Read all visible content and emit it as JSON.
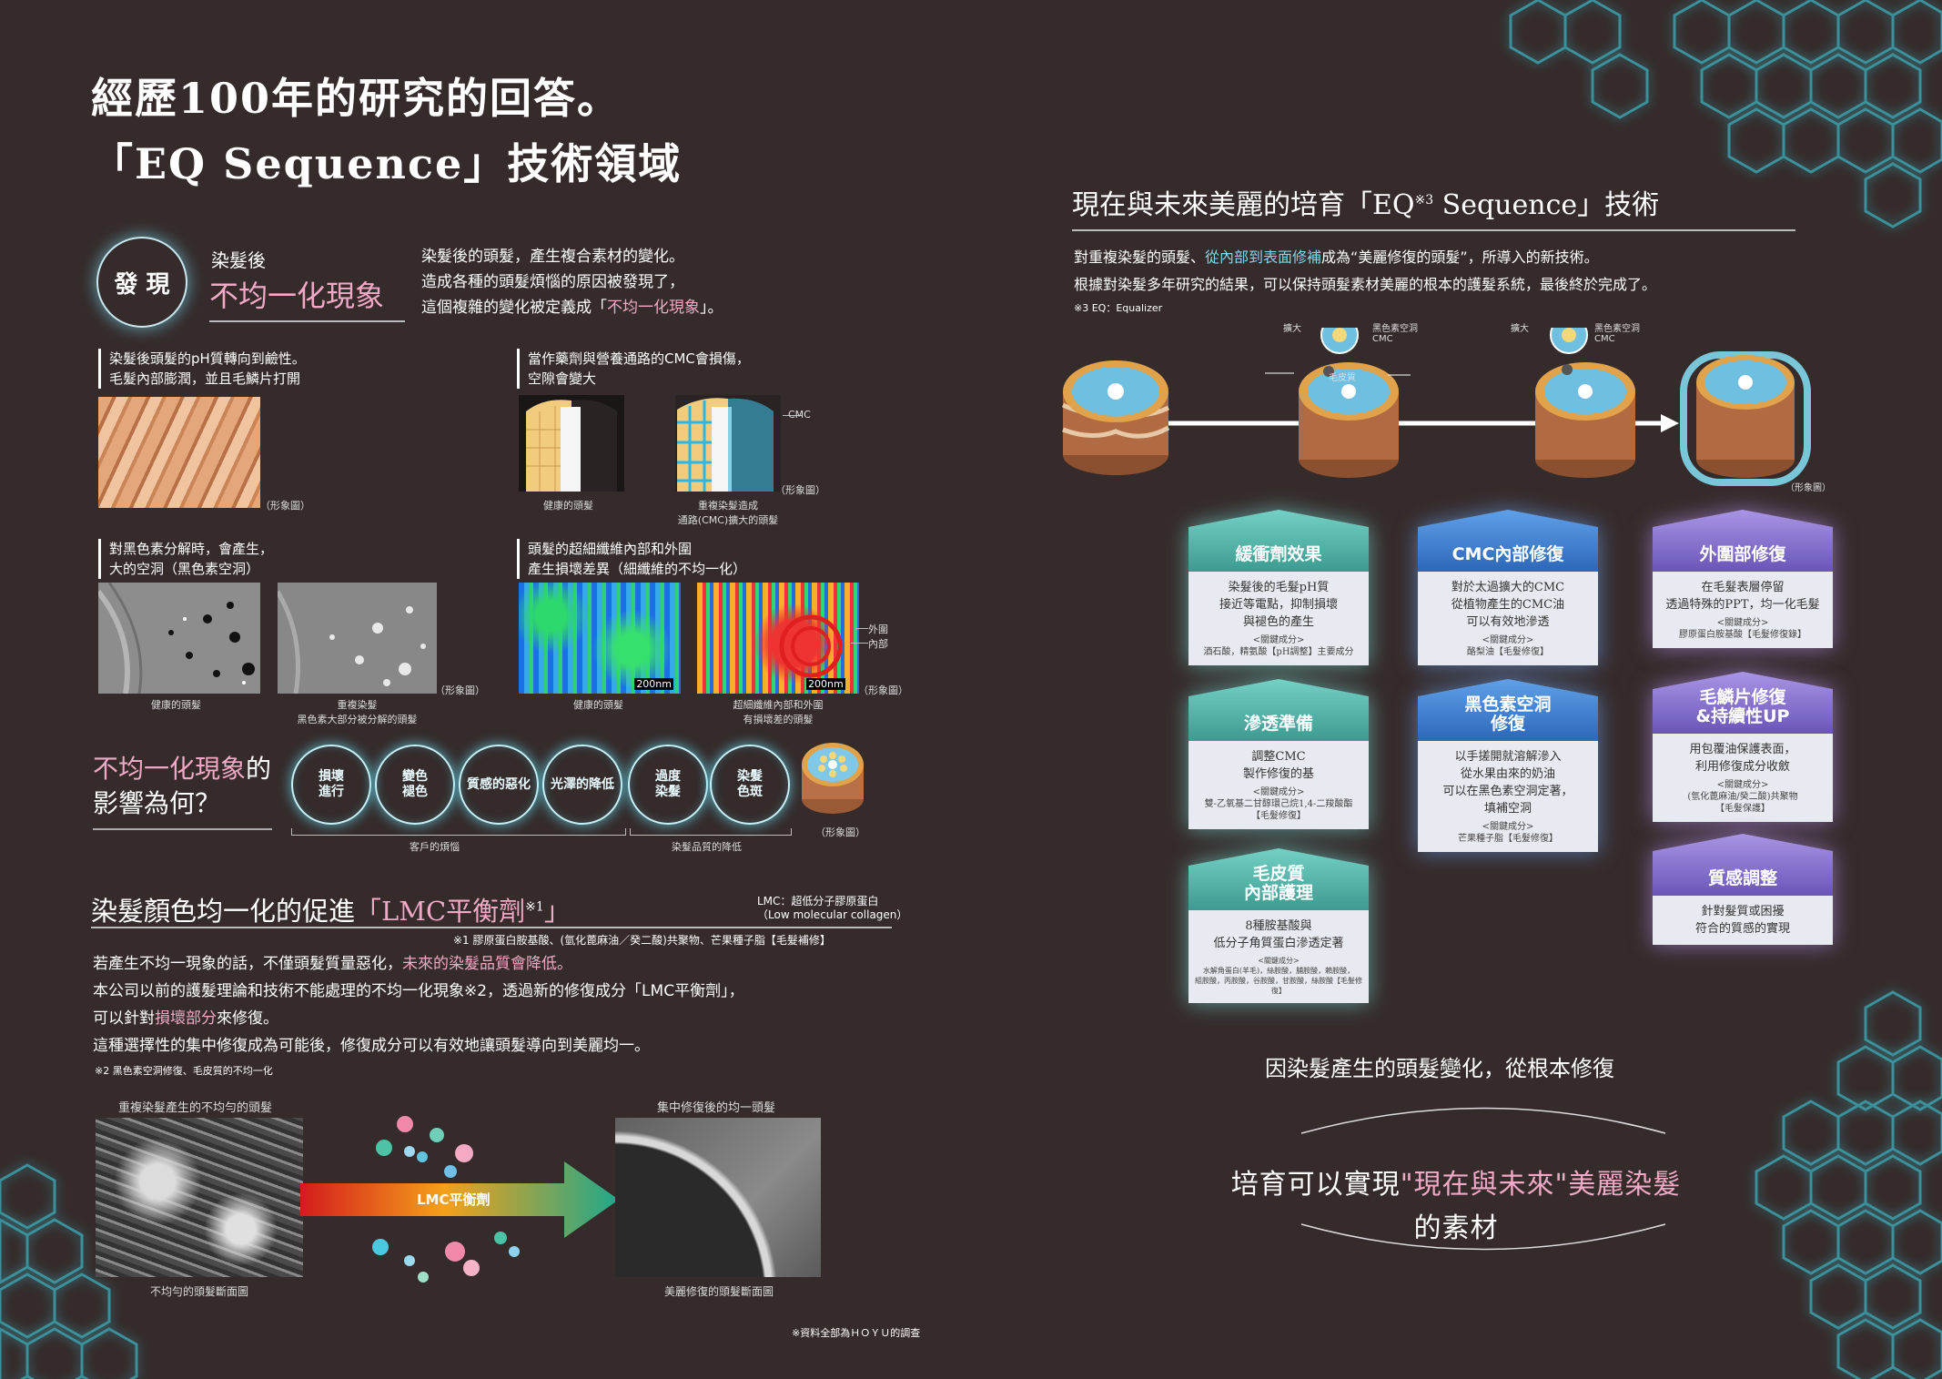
{
  "header": {
    "title_line1": "經歷100年的研究的回答。",
    "title_line2": "「EQ Sequence」技術領域"
  },
  "discovery": {
    "badge": "發 現",
    "small_label": "染髮後",
    "pink_label": "不均一化現象",
    "text_line1": "染髮後的頭髮，產生複合素材的變化。",
    "text_line2": "造成各種的頭髮煩惱的原因被發現了，",
    "text_line3_pre": "這個複雜的變化被定義成「",
    "text_line3_pink": "不均一化現象",
    "text_line3_post": "」。"
  },
  "panels": {
    "p1_cap1": "染髮後頭髮的pH質轉向到鹼性。",
    "p1_cap2": "毛髮內部膨潤，並且毛鱗片打開",
    "p1_note": "（形象圖）",
    "p2_cap1": "當作藥劑與營養通路的CMC會損傷，",
    "p2_cap2": "空隙會變大",
    "p2_cmc": "CMC",
    "p2_note": "（形象圖）",
    "p2_label_a": "健康的頭髮",
    "p2_label_b1": "重複染髮造成",
    "p2_label_b2": "通路(CMC)擴大的頭髮",
    "p3_cap1": "對黑色素分解時，會產生，",
    "p3_cap2": "大的空洞（黑色素空洞）",
    "p3_label_a": "健康的頭髮",
    "p3_label_b1": "重複染髮",
    "p3_label_b2": "黑色素大部分被分解的頭髮",
    "p3_note": "（形象圖）",
    "p4_cap1": "頭髮的超細纖維內部和外圍",
    "p4_cap2": "產生損壞差異（細纖維的不均一化）",
    "p4_outer": "外圍",
    "p4_inner": "內部",
    "p4_scale": "200nm",
    "p4_label_a": "健康的頭髮",
    "p4_label_b1": "超細纖維內部和外圍",
    "p4_label_b2": "有損壞差的頭髮",
    "p4_note": "（形象圖）"
  },
  "effects": {
    "q_pink": "不均一化現象",
    "q_suffix": "的",
    "q_line2": "影響為何？",
    "bubbles": [
      "損壞\n進行",
      "變色\n褪色",
      "質感的惡化",
      "光澤的降低",
      "過度\n染髮",
      "染髮\n色斑"
    ],
    "group1": "客戶的煩惱",
    "group2": "染髮品質的降低",
    "note": "（形象圖）"
  },
  "lmc": {
    "title_pre": "染髮顏色均一化的促進",
    "title_pink": "「LMC平衡劑",
    "title_sup": "※1",
    "title_post": "」",
    "def1": "LMC：超低分子膠原蛋白",
    "def2": "（Low molecular collagen）",
    "footnote1": "※1 膠原蛋白胺基酸、(氫化蓖麻油／癸二酸)共聚物、芒果種子脂【毛髮補修】",
    "line1_pre": "若產生不均一現象的話，不僅頭髮質量惡化，",
    "line1_pink": "未來的染髮品質會降低。",
    "line2": "本公司以前的護髮理論和技術不能處理的不均一化現象※2，透過新的修復成分「LMC平衡劑」，",
    "line3_pre": "可以針對",
    "line3_pink": "損壞部分",
    "line3_post": "來修復。",
    "line4": "這種選擇性的集中修復成為可能後，修復成分可以有效地讓頭髮導向到美麗均一。",
    "footnote2": "※2 黑色素空洞修復、毛皮質的不均一化",
    "img_a_top": "重複染髮產生的不均勻的頭髮",
    "img_a_bottom": "不均勻的頭髮斷面圖",
    "img_b_top": "集中修復後的均一頭髮",
    "img_b_bottom": "美麗修復的頭髮斷面圖",
    "arrow_label": "LMC平衡劑",
    "source": "※資料全部為ＨＯＹＵ的調查"
  },
  "tech": {
    "title_pre": "現在與未來美麗的培育「EQ",
    "title_sup": "※3",
    "title_post": " Sequence」技術",
    "desc1_pre": "對重複染髮的頭髮、",
    "desc1_cyan": "從內部到表面修補",
    "desc1_post": "成為“美麗修復的頭髮”，所導入的新技術。",
    "desc2": "根據對染髮多年研究的結果，可以保持頭髮素材美麗的根本的護髮系統，最後終於完成了。",
    "footnote": "※3 EQ：Equalizer",
    "enlarge1": "擴大",
    "melanin1": "黑色素空洞",
    "cmc1": "CMC",
    "cortex": "毛皮質",
    "enlarge2": "擴大",
    "melanin2": "黑色素空洞",
    "cmc2": "CMC",
    "note": "（形象圖）"
  },
  "cards": [
    {
      "title": "緩衝劑效果",
      "body": "染髮後的毛髮pH質\n接近等電點，抑制損壞\n與褪色的產生",
      "ing": "<關鍵成分>\n酒石酸，精氨酸【pH調整】主要成分"
    },
    {
      "title": "CMC內部修復",
      "body": "對於太過擴大的CMC\n從植物產生的CMC油\n可以有效地滲透",
      "ing": "<關鍵成分>\n酪梨油【毛髮修復】"
    },
    {
      "title": "外圍部修復",
      "body": "在毛髮表層停留\n透過特殊的PPT，均一化毛髮",
      "ing": "<關鍵成分>\n膠原蛋白胺基酸【毛髮修復錄】"
    },
    {
      "title": "滲透準備",
      "body": "調整CMC\n製作修復的基",
      "ing": "<關鍵成分>\n雙-乙氧基二甘醇環己烷1,4-二羧酸酯\n【毛髮修復】"
    },
    {
      "title": "黑色素空洞\n修復",
      "body": "以手搓開就溶解滲入\n從水果由來的奶油\n可以在黑色素空洞定著，\n填補空洞",
      "ing": "<關鍵成分>\n芒果種子脂【毛髮修復】"
    },
    {
      "title": "毛鱗片修復\n&持續性UP",
      "body": "用包覆油保護表面，\n利用修復成分收斂",
      "ing": "<關鍵成分>\n(氫化蓖麻油/癸二酸)共聚物\n【毛髮保護】"
    },
    {
      "title": "毛皮質\n內部護理",
      "body": "8種胺基酸與\n低分子角質蛋白滲透定著",
      "ing": "<關鍵成分>\n水解角蛋白(羊毛)，絲胺酸，脯胺酸，賴胺酸，\n組胺酸，丙胺酸，谷胺酸，甘胺酸，絲胺酸【毛髮修復】"
    },
    {
      "title": "質感調整",
      "body": "針對髮質或困擾\n符合的質感的實現",
      "ing": ""
    }
  ],
  "closing": {
    "line1": "因染髮產生的頭髮變化，從根本修復",
    "line2_pre": "培育可以實現",
    "line2_pink": "\"現在與未來\"美麗染髮",
    "line3": "的素材"
  },
  "colors": {
    "background": "#352b2b",
    "pink": "#f1a9c6",
    "cyan": "#7fd7ea",
    "teal_card": "#5bb8ad",
    "blue_card": "#4a86d6",
    "purple_card": "#8b75cf"
  }
}
